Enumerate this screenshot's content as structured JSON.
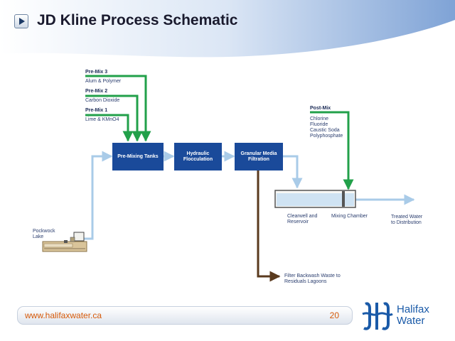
{
  "title": "JD Kline Process Schematic",
  "premix": [
    {
      "heading": "Pre-Mix 3",
      "detail": "Alum & Polymer"
    },
    {
      "heading": "Pre-Mix 2",
      "detail": "Carbon Dioxide"
    },
    {
      "heading": "Pre-Mix 1",
      "detail": "Lime & KMnO4"
    }
  ],
  "postmix": {
    "heading": "Post-Mix",
    "items": [
      "Chlorine",
      "Fluoride",
      "Caustic Soda",
      "Polyphosphate"
    ]
  },
  "processes": {
    "premixing": "Pre-Mixing Tanks",
    "flocculation": "Hydraulic Flocculation",
    "filtration": "Granular Media Filtration"
  },
  "source": "Pockwock Lake",
  "clearwell": "Clearwell and Reservoir",
  "mixing_chamber": "Mixing Chamber",
  "treated": "Treated Water to Distribution",
  "backwash": "Filter Backwash Waste to Residuals Lagoons",
  "footer": {
    "url": "www.halifaxwater.ca",
    "page": "20"
  },
  "logo": {
    "line1": "Halifax",
    "line2": "Water"
  },
  "colors": {
    "chemical_line": "#22a04a",
    "water_line": "#a9cbe8",
    "waste_line": "#5a3a1e",
    "process_box": "#1a4a9a"
  }
}
